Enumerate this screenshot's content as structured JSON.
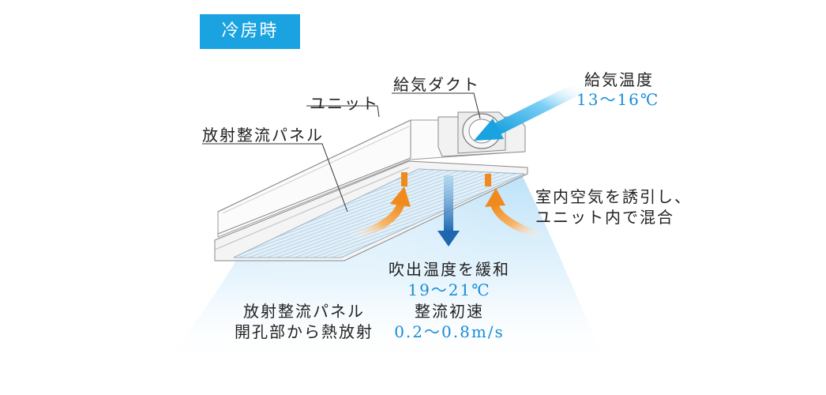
{
  "mode_label": "冷房時",
  "labels": {
    "unit": "ユニット",
    "supply_duct": "給気ダクト",
    "panel": "放射整流パネル",
    "supply_temp_title": "給気温度",
    "supply_temp_value": "13〜16℃",
    "induction_line1": "室内空気を誘引し、",
    "induction_line2": "ユニット内で混合",
    "outlet_title": "吹出温度を緩和",
    "outlet_value": "19〜21℃",
    "velocity_title": "整流初速",
    "velocity_value": "0.2〜0.8m/s",
    "radiation_line1": "放射整流パネル",
    "radiation_line2": "開孔部から熱放射"
  },
  "colors": {
    "badge": "#1aa3e0",
    "value_text": "#1a8cd8",
    "warm_arrow": "#f08a1c",
    "cool_arrow": "#1e66b0",
    "supply_arrow": "#1aa3e0",
    "cool_air": "#cfe9fa"
  }
}
